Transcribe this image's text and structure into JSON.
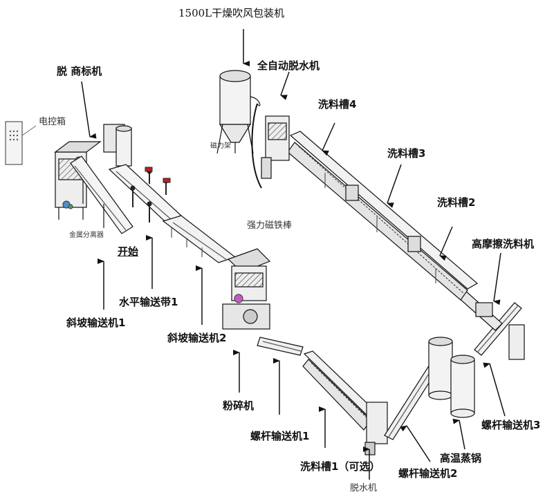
{
  "labels": {
    "packer": "1500L干燥吹风包装机",
    "auto_dewater": "全自动脱水机",
    "label_remover": "脱 商标机",
    "control_box": "电控箱",
    "tank4": "洗料槽4",
    "tank3": "洗料槽3",
    "tank2": "洗料槽2",
    "high_friction": "高摩擦洗料机",
    "metal_separator": "金属分离器",
    "start": "开始",
    "magnet": "强力磁铁棒",
    "horizontal_conveyor": "水平输送带1",
    "incline_conveyor1": "斜坡输送机1",
    "incline_conveyor2": "斜坡输送机2",
    "crusher": "粉碎机",
    "screw_conveyor1": "螺杆输送机1",
    "tank1": "洗料槽1（可选）",
    "dewater": "脱水机",
    "screw_conveyor2": "螺杆输送机2",
    "steam_pot": "高温蒸锅",
    "screw_conveyor3": "螺杆输送机3",
    "silo_tag": "磁力架"
  }
}
